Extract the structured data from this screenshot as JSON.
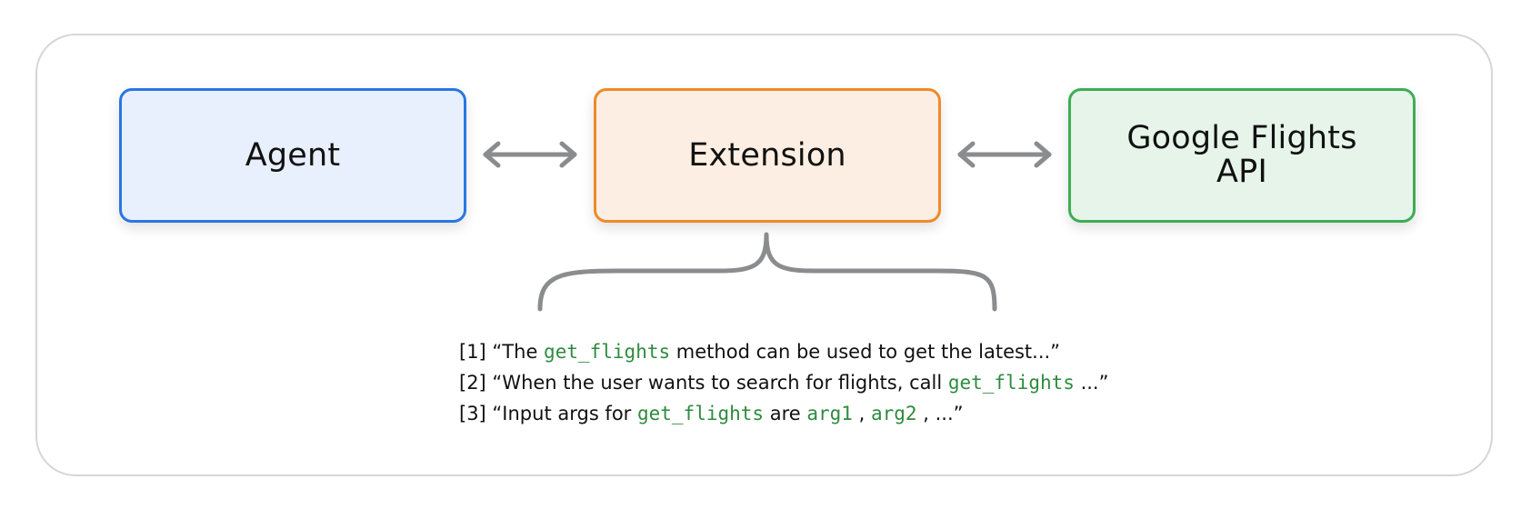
{
  "colors": {
    "agent_fill": "#e8f0fd",
    "agent_border": "#2a76e0",
    "extension_fill": "#fdeee3",
    "extension_border": "#ee8a2a",
    "api_fill": "#e6f4ea",
    "api_border": "#3dad55",
    "arrow": "#8a8c8e",
    "code_text": "#2e8b3e"
  },
  "nodes": {
    "agent": "Agent",
    "extension": "Extension",
    "api": "Google Flights\nAPI"
  },
  "notes": [
    {
      "prefix": "[1] “The ",
      "code1": "get_flights",
      "suffix": " method can be used to get the latest...”"
    },
    {
      "prefix": "[2] “When the user wants to search for flights, call ",
      "code1": "get_flights",
      "suffix": " ...”"
    },
    {
      "prefix": "[3] “Input args for ",
      "code1": "get_flights",
      "mid1": " are ",
      "code2": "arg1",
      "mid2": " , ",
      "code3": "arg2",
      "suffix": " , ...”"
    }
  ]
}
